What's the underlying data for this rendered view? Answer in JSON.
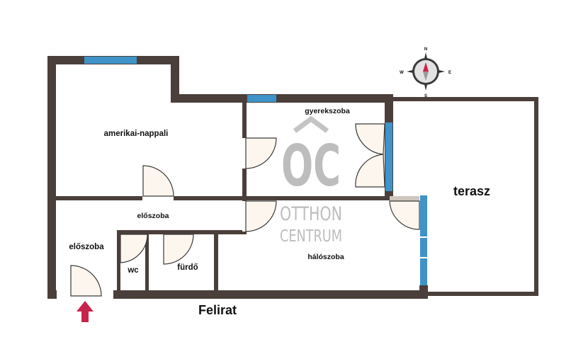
{
  "plan": {
    "rooms": {
      "living": "amerikai-nappali",
      "kids": "gyerekszoba",
      "hall_upper": "előszoba",
      "hall_lower": "előszoba",
      "bedroom": "hálószoba",
      "wc": "wc",
      "bath": "fürdő",
      "terrace": "terasz"
    },
    "caption": "Felirat",
    "watermark": {
      "monogram": "OC",
      "line1": "OTTHON",
      "line2": "CENTRUM"
    },
    "compass": {
      "n": "N",
      "s": "S",
      "e": "E",
      "w": "W"
    }
  },
  "colors": {
    "wall": "#4a3f3a",
    "window": "#3f93c8",
    "entrance_arrow": "#c8234a",
    "door_fill": "#fcf6ee"
  }
}
